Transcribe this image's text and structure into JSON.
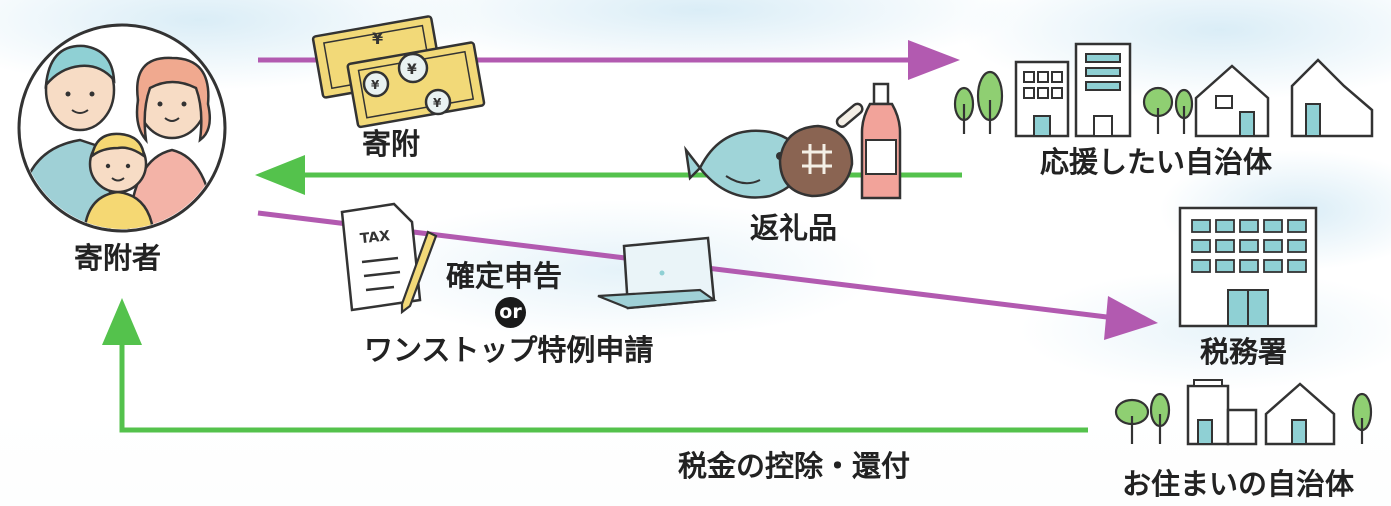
{
  "labels": {
    "donor": "寄附者",
    "donation": "寄附",
    "target_municipality": "応援したい自治体",
    "return_gift": "返礼品",
    "tax_office": "税務署",
    "tax_filing": "確定申告",
    "or": "or",
    "one_stop": "ワンストップ特例申請",
    "deduction": "税金の控除・還付",
    "home_municipality": "お住まいの自治体",
    "yen": "¥",
    "tax": "TAX"
  },
  "colors": {
    "purple_arrow": "#b25ab0",
    "green_arrow": "#54c24c",
    "building_teal": "#8fd0d4",
    "tree_green": "#8fcf72",
    "money_yellow": "#f2d978",
    "fish_blue": "#9fd4d8",
    "bottle_red": "#f2a39a",
    "meat_brown": "#8a6452",
    "skin": "#f7dcc5",
    "shirt_blue": "#9fd0d6",
    "shirt_pink": "#f3b3a7",
    "child_yellow": "#f5d873"
  }
}
